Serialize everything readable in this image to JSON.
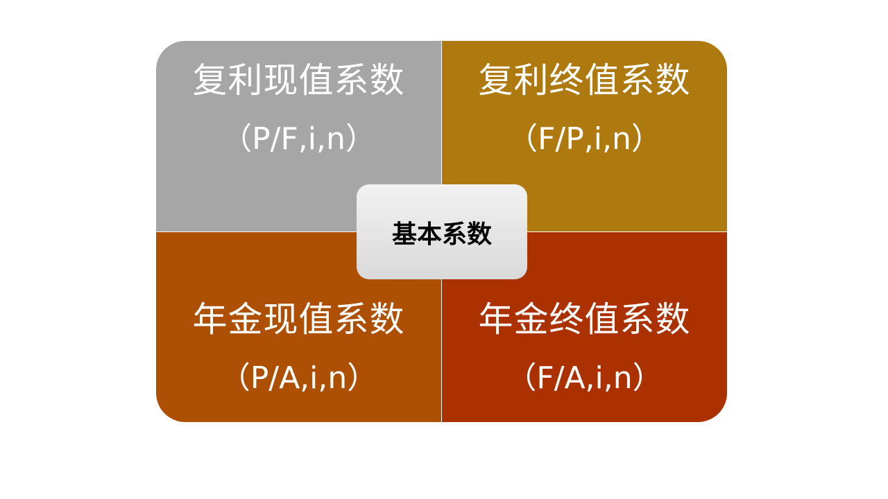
{
  "colors": {
    "top_left": "#a6a6a6",
    "top_right": "#ae7a0f",
    "bottom_left": "#ae5003",
    "bottom_right": "#ab3200",
    "center": "#e4e4e4"
  },
  "center": {
    "label": "基本系数"
  },
  "quadrants": {
    "top_left": {
      "title": "复利现值系数",
      "formula": "（P/F,i,n）"
    },
    "top_right": {
      "title": "复利终值系数",
      "formula": "（F/P,i,n）"
    },
    "bottom_left": {
      "title": "年金现值系数",
      "formula": "（P/A,i,n）"
    },
    "bottom_right": {
      "title": "年金终值系数",
      "formula": "（F/A,i,n）"
    }
  }
}
